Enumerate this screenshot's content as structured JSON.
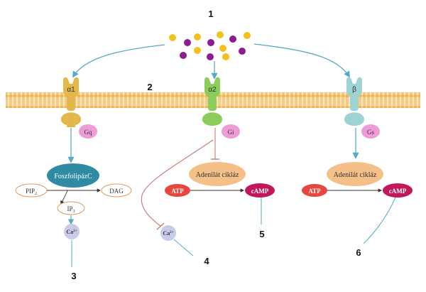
{
  "callouts": {
    "n1": "1",
    "n2": "2",
    "n3": "3",
    "n4": "4",
    "n5": "5",
    "n6": "6"
  },
  "receptors": {
    "alpha1": {
      "label": "α1",
      "gprotein": "Gq",
      "color": "#e4b74a"
    },
    "alpha2": {
      "label": "α2",
      "gprotein": "Gi",
      "color": "#8ccc5a"
    },
    "beta": {
      "label": "β",
      "gprotein": "Gs",
      "color": "#9ed3d3"
    }
  },
  "alpha1_path": {
    "enzyme": "FoszfolipázC",
    "substrate": "PIP",
    "substrate_sub": "2",
    "product_ip": "IP",
    "product_ip_sub": "3",
    "product_dag": "DAG",
    "calcium": "Ca",
    "calcium_sup": "2+"
  },
  "alpha2_path": {
    "enzyme": "Adenilát cikláz",
    "atp": "ATP",
    "camp": "cAMP",
    "calcium": "Ca",
    "calcium_sup": "2+"
  },
  "beta_path": {
    "enzyme": "Adenilát cikláz",
    "atp": "ATP",
    "camp": "cAMP"
  },
  "colors": {
    "arrow": "#5aa9c2",
    "inhibit": "#c97a78",
    "membrane": "#f0b454",
    "gprotein_pink": "#ee9bd8",
    "enzyme_teal": "#2f8ba3",
    "enzyme_orange": "#f5c087",
    "atp_red": "#e8453c",
    "camp_magenta": "#c2185b",
    "calcium": "#c9cbe9",
    "ligand_yellow": "#f3c01c",
    "ligand_purple": "#8e1c8e"
  }
}
